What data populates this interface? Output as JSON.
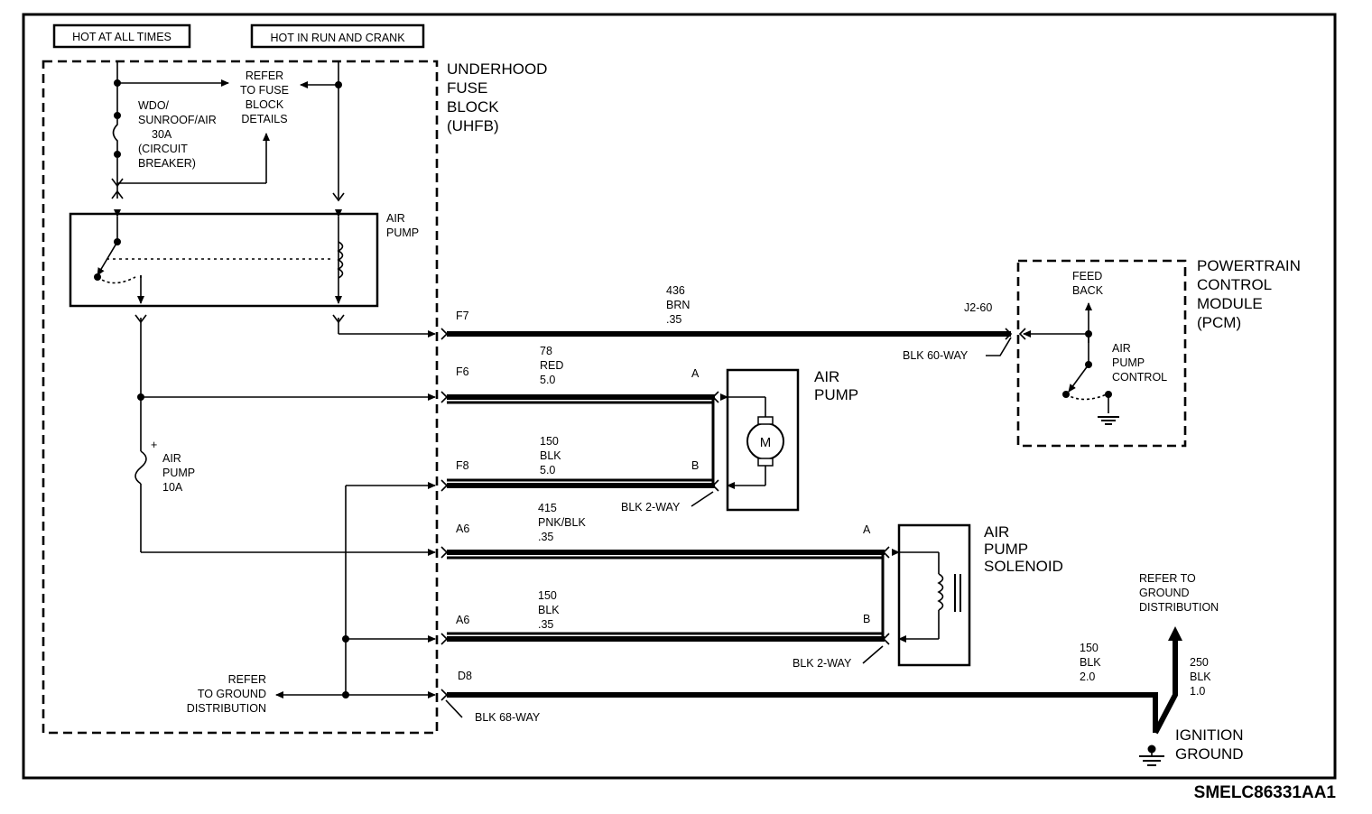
{
  "diagram_id": "SMELC86331AA1",
  "header": {
    "hot_at_all_times": "HOT AT ALL TIMES",
    "hot_in_run_and_crank": "HOT IN RUN AND CRANK"
  },
  "uhfb": {
    "title": [
      "UNDERHOOD",
      "FUSE",
      "BLOCK",
      "(UHFB)"
    ],
    "refer_fuse": [
      "REFER",
      "TO FUSE",
      "BLOCK",
      "DETAILS"
    ],
    "breaker": [
      "WDO/",
      "SUNROOF/AIR",
      "30A",
      "(CIRCUIT",
      "BREAKER)"
    ],
    "relay_label": [
      "AIR",
      "PUMP"
    ],
    "fuse_label": [
      "AIR",
      "PUMP",
      "10A"
    ],
    "fuse_polarity": "+",
    "refer_ground": [
      "REFER",
      "TO GROUND",
      "DISTRIBUTION"
    ],
    "connector": "BLK 68-WAY"
  },
  "circuits": {
    "f7": {
      "pin": "F7",
      "lines": [
        "436",
        "BRN",
        ".35"
      ],
      "end_pin": "J2-60"
    },
    "f6": {
      "pin": "F6",
      "lines": [
        "78",
        "RED",
        "5.0"
      ],
      "end_pin": "A"
    },
    "f8": {
      "pin": "F8",
      "lines": [
        "150",
        "BLK",
        "5.0"
      ],
      "end_pin": "B"
    },
    "a6_top": {
      "pin": "A6",
      "lines": [
        "415",
        "PNK/BLK",
        ".35"
      ],
      "end_pin": "A"
    },
    "a6_bottom": {
      "pin": "A6",
      "lines": [
        "150",
        "BLK",
        ".35"
      ],
      "end_pin": "B"
    },
    "d8": {
      "pin": "D8",
      "lines": [
        "150",
        "BLK",
        "2.0"
      ]
    },
    "ground_lead": {
      "lines": [
        "250",
        "BLK",
        "1.0"
      ]
    }
  },
  "air_pump": {
    "title": [
      "AIR",
      "PUMP"
    ],
    "motor_symbol": "M",
    "connector": "BLK 2-WAY"
  },
  "solenoid": {
    "title": [
      "AIR",
      "PUMP",
      "SOLENOID"
    ],
    "connector": "BLK 2-WAY"
  },
  "pcm": {
    "title": [
      "POWERTRAIN",
      "CONTROL",
      "MODULE",
      "(PCM)"
    ],
    "feedback": [
      "FEED",
      "BACK"
    ],
    "control": [
      "AIR",
      "PUMP",
      "CONTROL"
    ],
    "connector": "BLK 60-WAY"
  },
  "ground": {
    "refer": [
      "REFER TO",
      "GROUND",
      "DISTRIBUTION"
    ],
    "label": [
      "IGNITION",
      "GROUND"
    ]
  }
}
